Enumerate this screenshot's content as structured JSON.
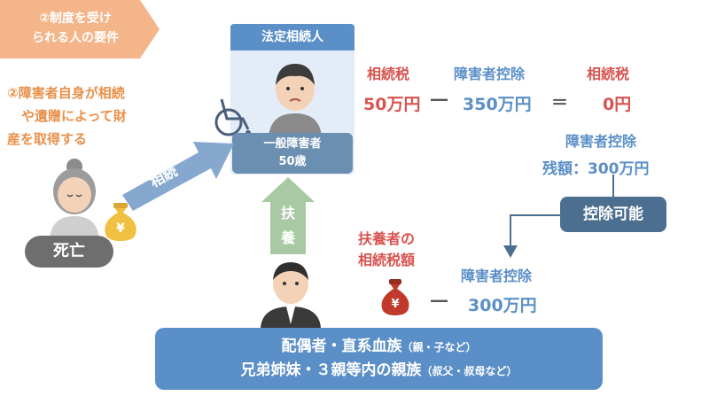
{
  "requirement_tab": {
    "line1": "②制度を受け",
    "line2": "られる人の要件"
  },
  "requirement2": {
    "line1": "②障害者自身が相続",
    "line2": "や遺贈によって財",
    "line3": "産を取得する"
  },
  "heir": {
    "title": "法定相続人",
    "type": "一般障害者",
    "age": "50歳"
  },
  "deceased_label": "死亡",
  "inherit_arrow_label": "相続",
  "support_arrow_label": {
    "c1": "扶",
    "c2": "養"
  },
  "equation": {
    "a_label": "相続税",
    "a_value": "50万円",
    "minus": "―",
    "b_label": "障害者控除",
    "b_value": "350万円",
    "equals": "＝",
    "c_label": "相続税",
    "c_value": "0円"
  },
  "remaining": {
    "label": "障害者控除",
    "value": "残額：300万円"
  },
  "deductible_button": "控除可能",
  "supporter_tax": {
    "line1": "扶養者の",
    "line2": "相続税額"
  },
  "supporter_deduction": {
    "minus": "―",
    "label": "障害者控除",
    "value": "300万円"
  },
  "yen_symbol": "¥",
  "bottom": {
    "line1_main": "配偶者・直系血族",
    "line1_small": "（親・子など）",
    "line2_main": "兄弟姉妹・３親等内の親族",
    "line2_small": "（叔父・叔母など）"
  }
}
